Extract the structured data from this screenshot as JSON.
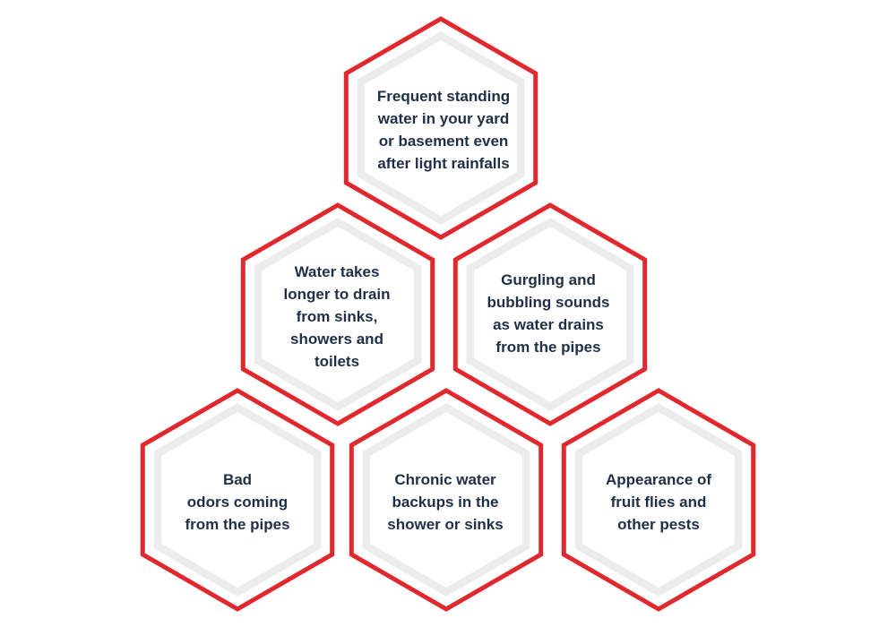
{
  "colors": {
    "border": "#e0282f",
    "text": "#1f2f47",
    "inner_fill": "#ffffff",
    "inner_ring": "#ececec"
  },
  "hexagons": [
    {
      "text": "Frequent standing\nwater in your yard\nor basement even\nafter light rainfalls"
    },
    {
      "text": "Water takes\nlonger to drain\nfrom sinks,\nshowers and\ntoilets"
    },
    {
      "text": "Gurgling and\nbubbling sounds\nas water drains\nfrom the pipes"
    },
    {
      "text": "Bad\nodors coming\nfrom the pipes"
    },
    {
      "text": "Chronic water\nbackups in the\nshower or sinks"
    },
    {
      "text": "Appearance of\nfruit flies and\nother pests"
    }
  ]
}
